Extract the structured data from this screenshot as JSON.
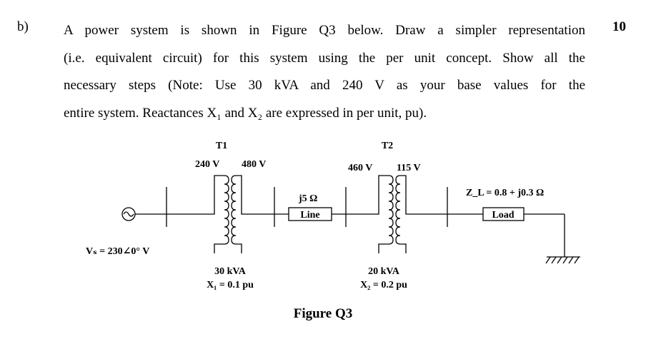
{
  "question": {
    "label": "b)",
    "marks": "10",
    "lines": [
      "A power system is shown in Figure Q3 below. Draw a simpler representation",
      "(i.e. equivalent circuit) for this system using the per unit concept. Show all the",
      "necessary steps (Note: Use 30 kVA and 240 V as your base values for the",
      "entire system. Reactances X₁ and X₂ are expressed in per unit, pu)."
    ]
  },
  "figure": {
    "caption": "Figure Q3",
    "source_label": "Vₛ = 230∠0° V",
    "t1": {
      "name": "T1",
      "primary_voltage": "240 V",
      "secondary_voltage": "480 V",
      "rating": "30 kVA",
      "reactance": "X₁ = 0.1 pu"
    },
    "line": {
      "impedance": "j5 Ω",
      "label": "Line"
    },
    "t2": {
      "name": "T2",
      "primary_voltage": "460 V",
      "secondary_voltage": "115 V",
      "rating": "20 kVA",
      "reactance": "X₂ = 0.2 pu"
    },
    "load": {
      "impedance": "Z_L = 0.8 + j0.3 Ω",
      "label": "Load"
    }
  }
}
